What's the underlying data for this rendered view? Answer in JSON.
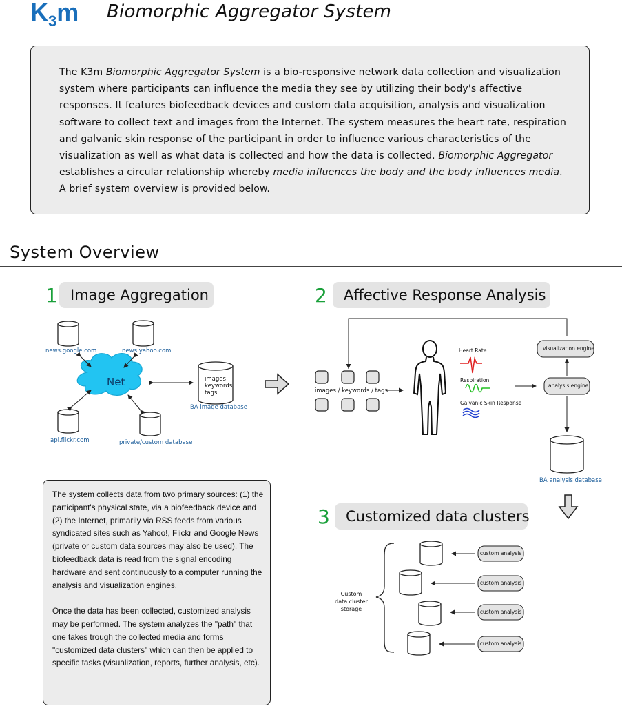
{
  "header": {
    "logo": {
      "k": "K",
      "sub": "3",
      "m": "m"
    },
    "title": "Biomorphic Aggregator System"
  },
  "intro": {
    "p1": "The K3m ",
    "p2": "Biomorphic Aggregator System",
    "p3": " is a bio-responsive network data collection and visualization system where participants can influence the media they see by utilizing their body's affective responses. It features biofeedback devices and custom data acquisition, analysis and visualization software to collect text and images from the Internet. The system measures the heart rate, respiration and galvanic skin response of the participant in order to influence various characteristics of the visualization as well as what data is collected and how the data is collected. ",
    "p4": "Biomorphic Aggregator",
    "p5": " establishes a circular relationship whereby ",
    "p6": "media influences the body and the body influences media",
    "p7": ".  A brief system overview is provided below."
  },
  "overview_title": "System Overview",
  "step1": {
    "num": "1",
    "title": "Image Aggregation",
    "net_label": "Net",
    "sources": [
      "news.google.com",
      "news.yahoo.com",
      "api.flickr.com",
      "private/custom database"
    ],
    "db_lines": [
      "images",
      "keywords",
      "tags"
    ],
    "db_label": "BA image database"
  },
  "step2": {
    "num": "2",
    "title": "Affective Response Analysis",
    "grid_label": "images / keywords / tags",
    "signals": [
      {
        "label": "Heart Rate",
        "color": "#e02020"
      },
      {
        "label": "Respiration",
        "color": "#22c022"
      },
      {
        "label": "Galvanic Skin Response",
        "color": "#2040d0"
      }
    ],
    "engines": [
      "visualization engine",
      "analysis engine"
    ],
    "db_label": "BA analysis database"
  },
  "step3": {
    "num": "3",
    "title": "Customized data clusters",
    "storage_label": [
      "Custom",
      "data cluster",
      "storage"
    ],
    "analysis_label": "custom analysis"
  },
  "description": {
    "para1": "The system collects data from two primary sources: (1) the participant's physical state, via a biofeedback device and (2) the Internet, primarily via RSS feeds from various syndicated sites such as Yahoo!, Flickr and Google News (private or custom data sources may also be used). The biofeedback data is read from the signal encoding hardware  and sent continuously to a computer running the analysis and visualization engines.",
    "para2": "Once the data has been collected, customized analysis may be performed. The system analyzes the \"path\" that one takes trough the collected media and forms \"customized data clusters\" which can then be applied to specific tasks (visualization, reports, further analysis, etc)."
  }
}
